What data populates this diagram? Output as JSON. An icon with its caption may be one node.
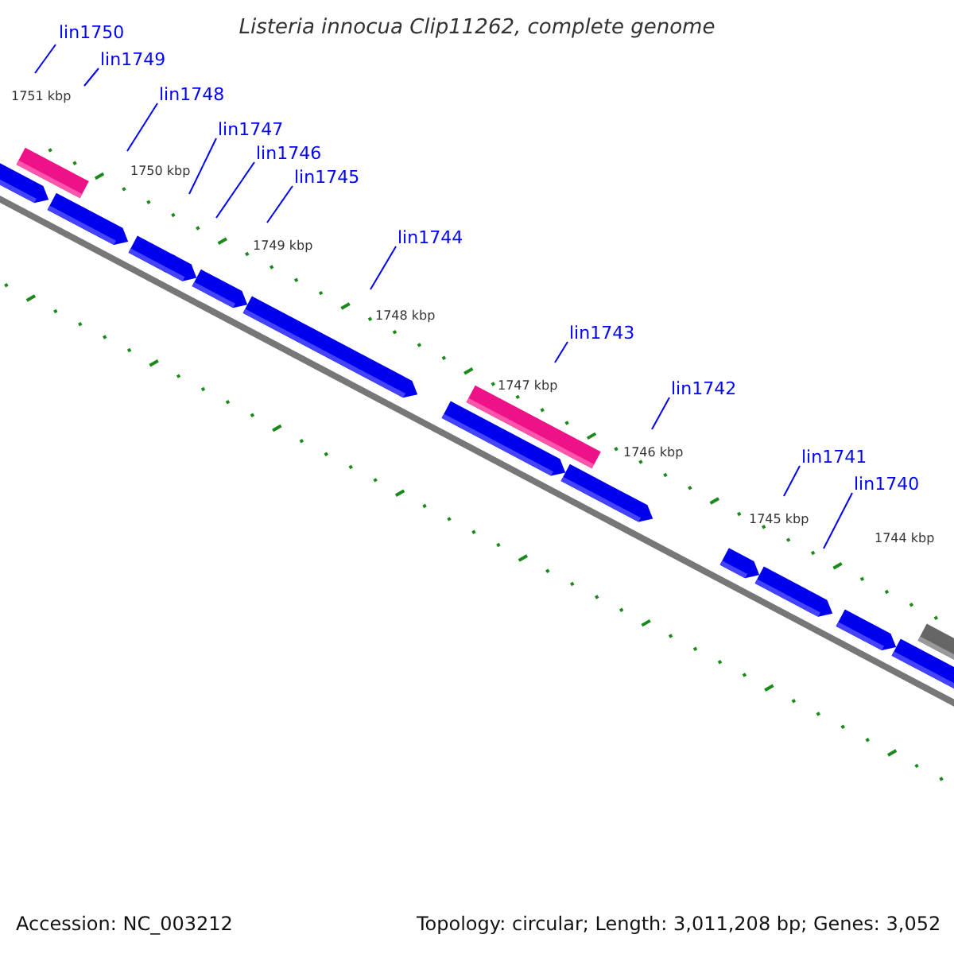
{
  "diagram": {
    "title": "Listeria innocua Clip11262, complete genome",
    "nodes": [
      {
        "text": [
          "lin1750"
        ]
      },
      {
        "text": [
          "lin1749"
        ]
      },
      {
        "text": [
          "lin1748"
        ]
      },
      {
        "text": [
          "lin1747"
        ]
      },
      {
        "text": [
          "lin1746"
        ]
      },
      {
        "text": [
          "lin1745"
        ]
      },
      {
        "text": [
          "lin1744"
        ]
      },
      {
        "text": [
          "lin1743"
        ]
      },
      {
        "text": [
          "lin1742"
        ]
      },
      {
        "text": [
          "lin1741"
        ]
      },
      {
        "text": [
          "lin1740"
        ]
      }
    ],
    "edges": [
      {
        "from": 0,
        "to": null,
        "arrow": "none"
      },
      {
        "from": 1,
        "to": null,
        "arrow": "none"
      },
      {
        "from": 2,
        "to": null,
        "arrow": "none"
      },
      {
        "from": 3,
        "to": null,
        "arrow": "none"
      },
      {
        "from": 4,
        "to": null,
        "arrow": "none"
      },
      {
        "from": 5,
        "to": null,
        "arrow": "none"
      },
      {
        "from": 6,
        "to": null,
        "arrow": "none"
      },
      {
        "from": 7,
        "to": null,
        "arrow": "none"
      },
      {
        "from": 8,
        "to": null,
        "arrow": "none"
      },
      {
        "from": 9,
        "to": null,
        "arrow": "none"
      },
      {
        "from": 10,
        "to": null,
        "arrow": "none"
      }
    ],
    "labels": [
      "1751 kbp",
      "1750 kbp",
      "1749 kbp",
      "1748 kbp",
      "1747 kbp",
      "1746 kbp",
      "1745 kbp",
      "1744 kbp",
      "Accession: NC_003212",
      "Topology: circular; Length: 3,011,208 bp; Genes: 3,052"
    ]
  }
}
